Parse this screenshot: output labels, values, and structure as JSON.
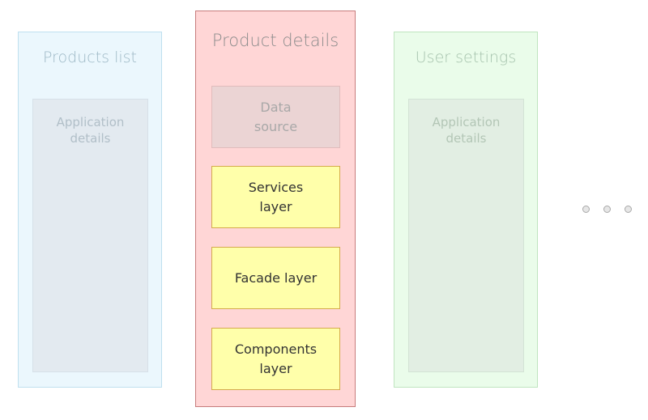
{
  "panels": {
    "products_list": {
      "title": "Products list",
      "inner_label": "Application\ndetails"
    },
    "product_details": {
      "title": "Product details",
      "layers": {
        "data_source": "Data\nsource",
        "services": "Services\nlayer",
        "facade": "Facade layer",
        "components": "Components\nlayer"
      }
    },
    "user_settings": {
      "title": "User settings",
      "inner_label": "Application\ndetails"
    }
  },
  "colors": {
    "products_panel_bg": "#ebf7fd",
    "product_details_bg": "#ffd6d6",
    "product_details_border": "#c77c7c",
    "layer_bg": "#ffffaa",
    "layer_border": "#d4aa4c",
    "user_settings_bg": "#eafcea"
  }
}
